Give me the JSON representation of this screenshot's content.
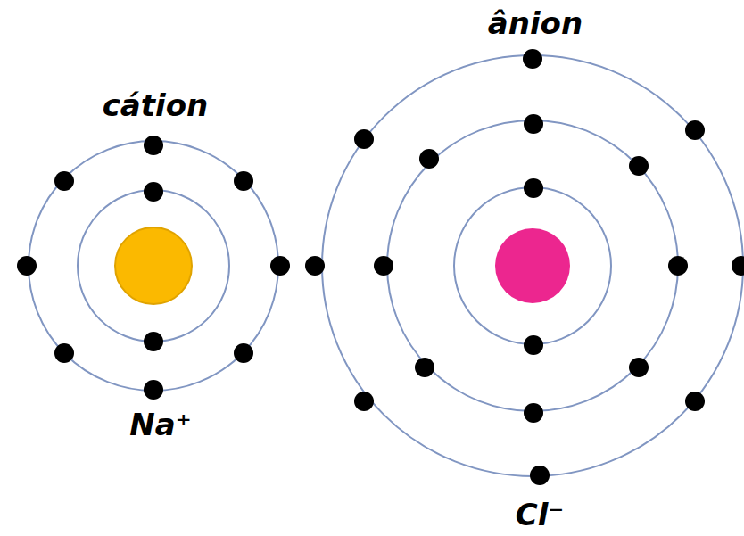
{
  "diagram": {
    "labels": [
      "cátion",
      "Na⁺",
      "ânion",
      "Cl⁻"
    ]
  }
}
